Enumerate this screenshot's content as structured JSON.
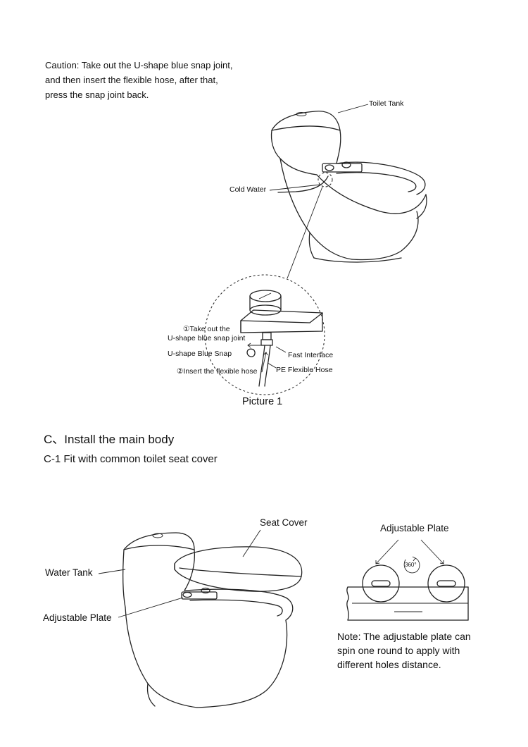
{
  "caution": {
    "lines": [
      "Caution: Take out the U-shape blue snap joint,",
      "and then insert the flexible hose, after that,",
      "press the snap joint back."
    ]
  },
  "picture1": {
    "labels": {
      "toilet_tank": "Toilet Tank",
      "cold_water": "Cold Water",
      "step1_line1": "①Take out the",
      "step1_line2": "U-shape blue snap joint",
      "blue_snap": "U-shape Blue Snap",
      "fast_interface": "Fast Interface",
      "step2": "②Insert the flexible hose",
      "pe_hose": "PE Flexible Hose"
    },
    "caption": "Picture 1"
  },
  "section": {
    "title": "C、Install the main body",
    "subtitle": "C-1 Fit with common toilet seat cover"
  },
  "picture2": {
    "labels": {
      "seat_cover": "Seat Cover",
      "water_tank": "Water Tank",
      "adjustable_plate": "Adjustable Plate"
    }
  },
  "plate_detail": {
    "title": "Adjustable Plate",
    "rotation": "360°",
    "note_lines": [
      "Note: The adjustable plate can",
      "spin one round to apply with",
      "different holes distance."
    ]
  }
}
